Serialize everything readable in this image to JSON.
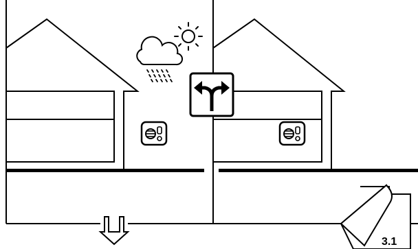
{
  "figure": {
    "page_number": "3.1",
    "panels": [
      {
        "id": "left",
        "weather_icon": "cloud-rain-sun-icon",
        "device_icon": "thermostat-icon"
      },
      {
        "id": "right",
        "device_icon": "thermostat-icon"
      }
    ],
    "center_icon": "split-arrow-icon",
    "bottom_icon": "double-down-arrow-icon",
    "corner_icon": "page-curl-icon",
    "colors": {
      "line": "#000000",
      "background": "#ffffff"
    }
  }
}
